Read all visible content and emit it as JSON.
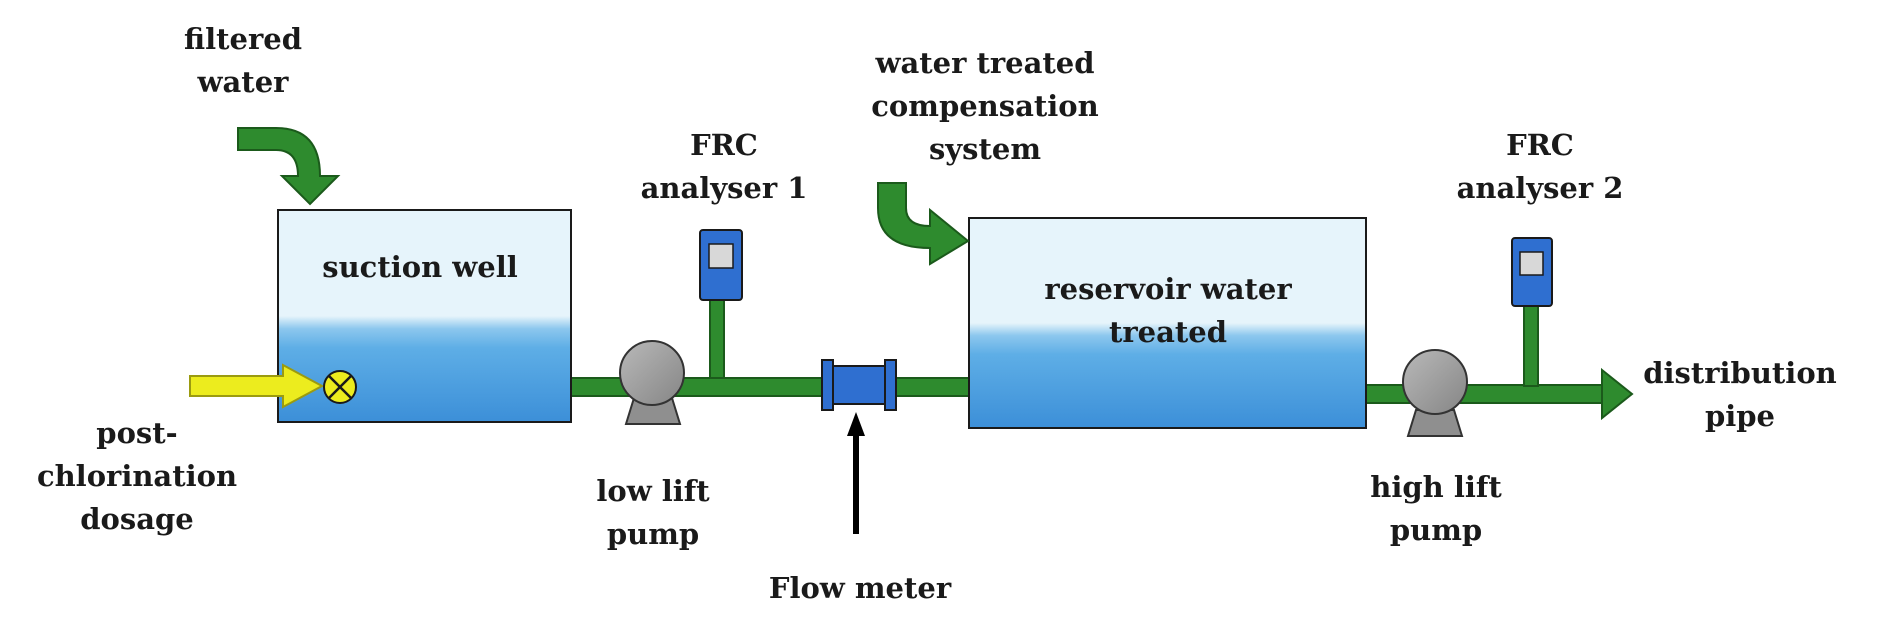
{
  "colors": {
    "pipe_fill": "#2e8b2e",
    "pipe_stroke": "#1b5a1b",
    "water_top": "#e6f4fb",
    "water_bottom": "#3e8fd8",
    "pump": "#9a9a9a",
    "analyser": "#2f6fd0",
    "chlorine_arrow": "#ecec1e",
    "flow_arrow": "#000000"
  },
  "icons": [
    "curved-arrow-icon",
    "pump-icon",
    "analyser-icon",
    "flow-meter-icon",
    "valve-icon",
    "arrow-icon"
  ],
  "labels": {
    "filtered_water": [
      "filtered",
      "water"
    ],
    "suction_well": [
      "suction well"
    ],
    "post_chlorination": [
      "post-",
      "chlorination",
      "dosage"
    ],
    "low_lift_pump": [
      "low lift",
      "pump"
    ],
    "frc_analyser_1": [
      "FRC",
      "analyser 1"
    ],
    "water_treated_compensation": [
      "water treated",
      "compensation",
      "system"
    ],
    "flow_meter": [
      "Flow meter"
    ],
    "reservoir": [
      "reservoir water",
      "treated"
    ],
    "frc_analyser_2": [
      "FRC",
      "analyser 2"
    ],
    "high_lift_pump": [
      "high lift",
      "pump"
    ],
    "distribution_pipe": [
      "distribution",
      "pipe"
    ]
  }
}
